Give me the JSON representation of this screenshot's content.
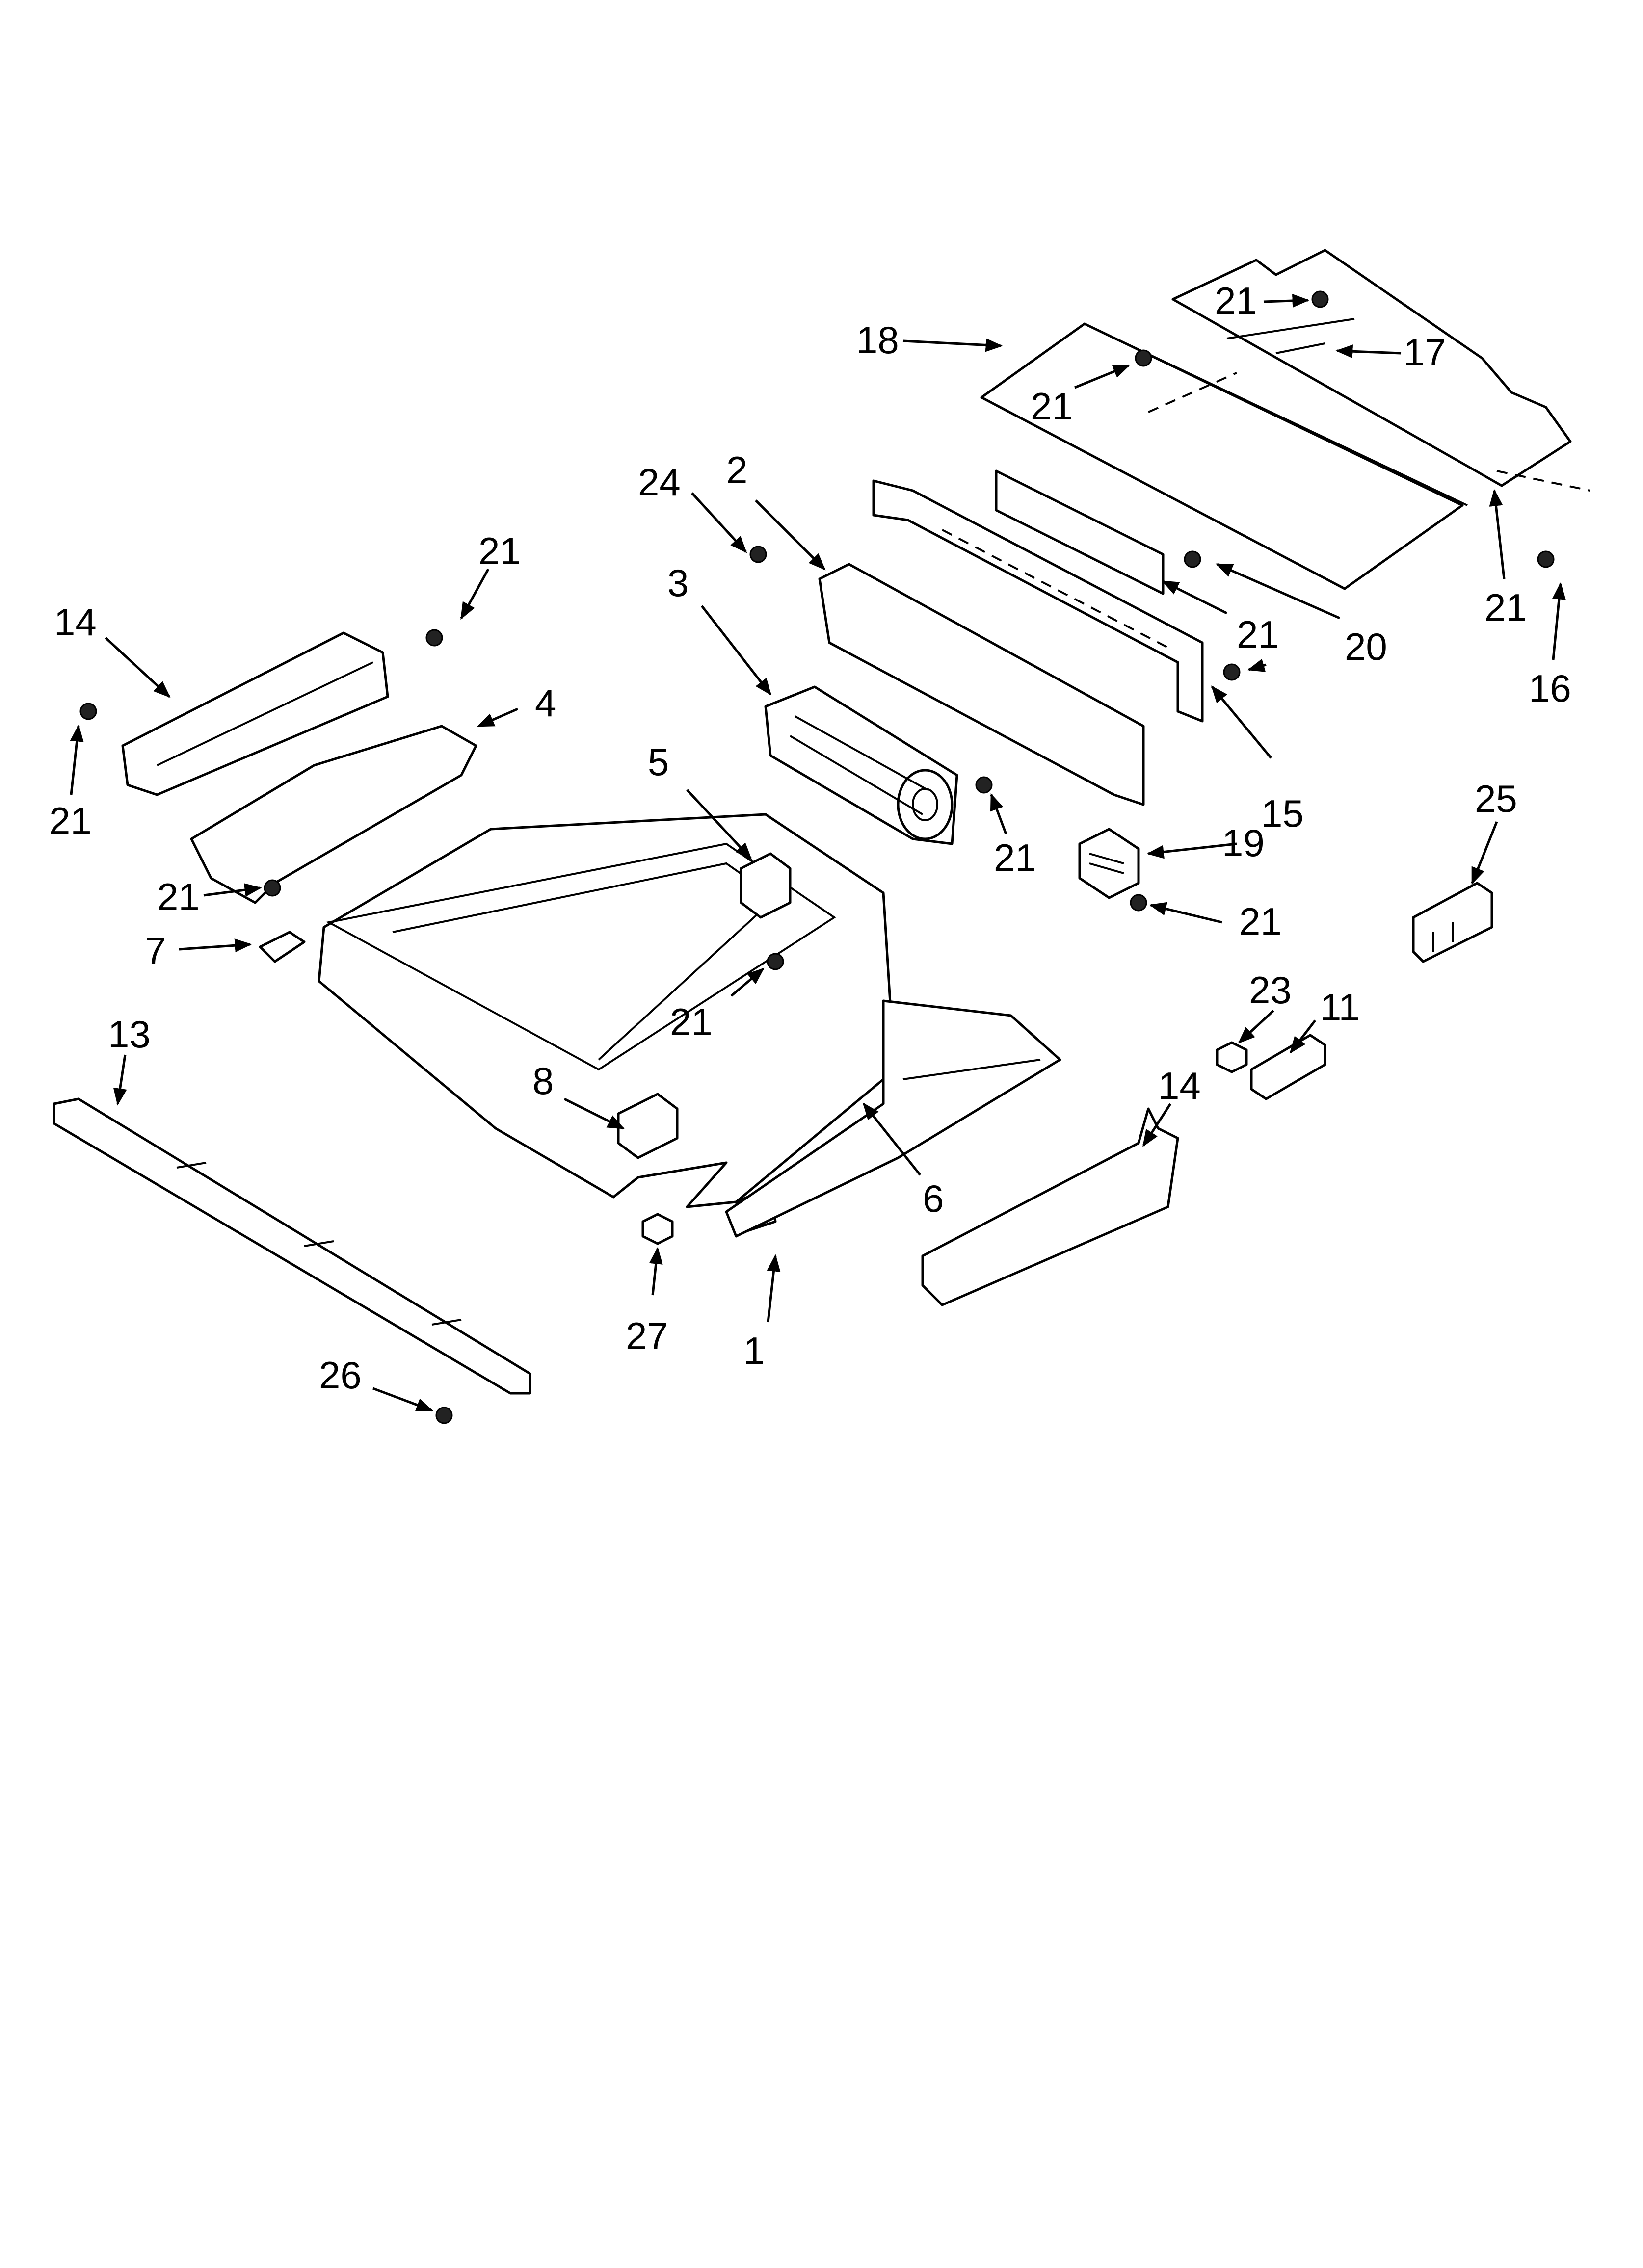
{
  "callouts": [
    {
      "id": "c18",
      "text": "18"
    },
    {
      "id": "c21a",
      "text": "21"
    },
    {
      "id": "c17",
      "text": "17"
    },
    {
      "id": "c21b",
      "text": "21"
    },
    {
      "id": "c24",
      "text": "24"
    },
    {
      "id": "c2",
      "text": "2"
    },
    {
      "id": "c3",
      "text": "3"
    },
    {
      "id": "c21c",
      "text": "21"
    },
    {
      "id": "c14a",
      "text": "14"
    },
    {
      "id": "c4",
      "text": "4"
    },
    {
      "id": "c21d",
      "text": "21"
    },
    {
      "id": "c20",
      "text": "20"
    },
    {
      "id": "c21e",
      "text": "21"
    },
    {
      "id": "c16",
      "text": "16"
    },
    {
      "id": "c21f",
      "text": "21"
    },
    {
      "id": "c5",
      "text": "5"
    },
    {
      "id": "c21g",
      "text": "21"
    },
    {
      "id": "c19",
      "text": "19"
    },
    {
      "id": "c15",
      "text": "15"
    },
    {
      "id": "c25",
      "text": "25"
    },
    {
      "id": "c21h",
      "text": "21"
    },
    {
      "id": "c21i",
      "text": "21"
    },
    {
      "id": "c7",
      "text": "7"
    },
    {
      "id": "c21j",
      "text": "21"
    },
    {
      "id": "c13",
      "text": "13"
    },
    {
      "id": "c23",
      "text": "23"
    },
    {
      "id": "c11",
      "text": "11"
    },
    {
      "id": "c8",
      "text": "8"
    },
    {
      "id": "c14b",
      "text": "14"
    },
    {
      "id": "c6",
      "text": "6"
    },
    {
      "id": "c27",
      "text": "27"
    },
    {
      "id": "c1",
      "text": "1"
    },
    {
      "id": "c26",
      "text": "26"
    }
  ]
}
